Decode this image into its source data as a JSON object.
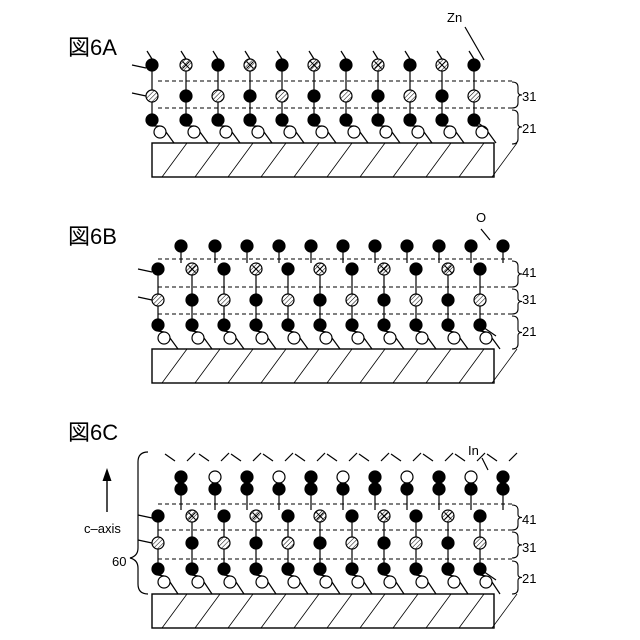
{
  "panels": [
    {
      "id": "6A",
      "title": "図6A",
      "callout": "Zn"
    },
    {
      "id": "6B",
      "title": "図6B",
      "callout": "O"
    },
    {
      "id": "6C",
      "title": "図6C",
      "callout": "In"
    }
  ],
  "layer_labels": {
    "l21": "21",
    "l31": "31",
    "l41": "41"
  },
  "axis": {
    "label": "c–axis",
    "ref": "60"
  }
}
